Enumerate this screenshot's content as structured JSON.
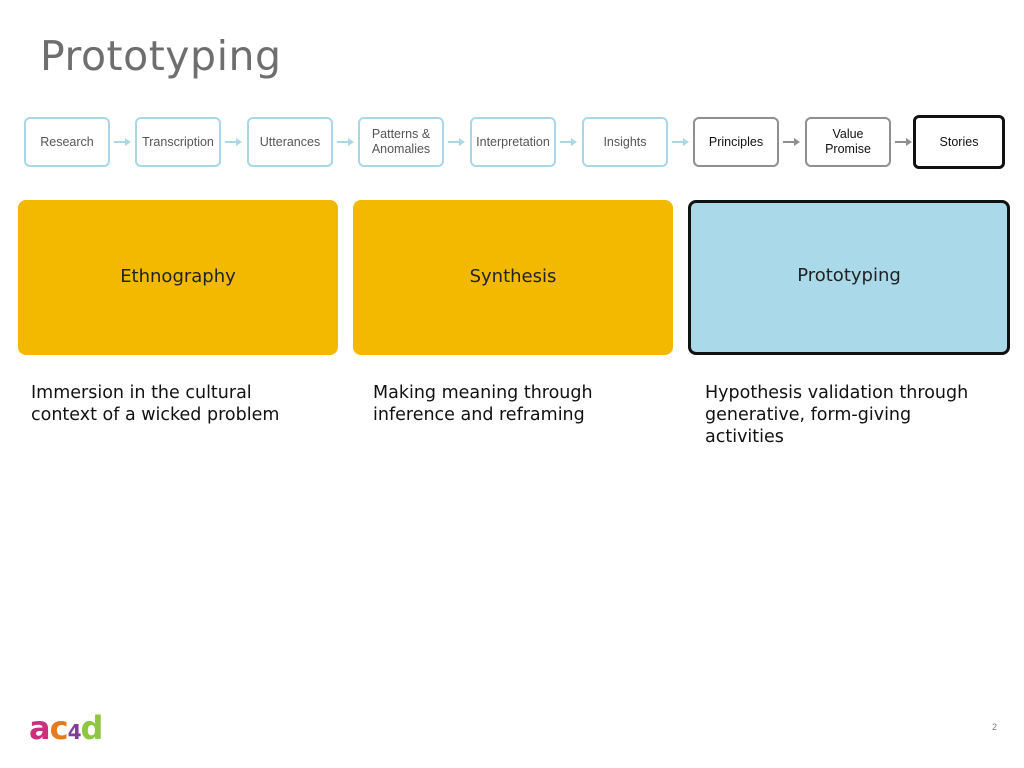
{
  "slide": {
    "title": "Prototyping",
    "page_number": "2"
  },
  "steps": [
    {
      "label": "Research"
    },
    {
      "label": "Transcription"
    },
    {
      "label": "Utterances"
    },
    {
      "label": "Patterns &\nAnomalies"
    },
    {
      "label": "Interpretation"
    },
    {
      "label": "Insights"
    },
    {
      "label": "Principles"
    },
    {
      "label": "Value\nPromise"
    },
    {
      "label": "Stories"
    }
  ],
  "phases": [
    {
      "label": "Ethnography",
      "description": "Immersion in the cultural context of a wicked problem",
      "color": "#f2b900"
    },
    {
      "label": "Synthesis",
      "description": "Making meaning through inference and reframing",
      "color": "#f2b900"
    },
    {
      "label": "Prototyping",
      "description": "Hypothesis validation through generative, form-giving activities",
      "color": "#aad9e9"
    }
  ],
  "colors": {
    "step_border_light": "#aad7e7",
    "step_border_gray": "#8f8f8f",
    "active_border": "#111111",
    "title_color": "#6e6e6e"
  },
  "logo": {
    "a": "a",
    "c": "c",
    "four": "4",
    "d": "d"
  }
}
